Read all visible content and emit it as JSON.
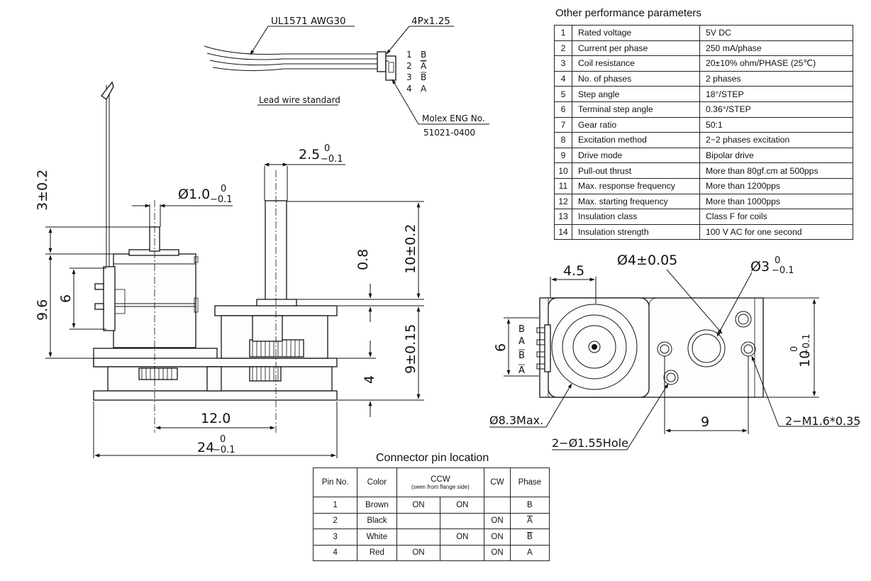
{
  "lead_wire": {
    "cable_spec": "UL1571 AWG30",
    "pitch": "4Px1.25",
    "caption": "Lead wire standard",
    "molex_label": "Molex ENG No.",
    "molex_part": "51021-0400",
    "pins": [
      {
        "no": "1",
        "phase": "B"
      },
      {
        "no": "2",
        "phase": "A"
      },
      {
        "no": "3",
        "phase": "B"
      },
      {
        "no": "4",
        "phase": "A"
      }
    ]
  },
  "side_view": {
    "dims": {
      "shaft_width": "2.5",
      "shaft_width_tol": "0",
      "shaft_width_tol2": "−0.1",
      "pin_dia": "Ø1.0",
      "pin_dia_tol": "0",
      "pin_dia_tol2": "−0.1",
      "top_3": "3±0.2",
      "h_9_6": "9.6",
      "h_6": "6",
      "h_0_8": "0.8",
      "h_10": "10±0.2",
      "h_9": "9±0.15",
      "h_4": "4",
      "w_12": "12.0",
      "w_24": "24",
      "w_24_tol": "0",
      "w_24_tol2": "−0.1"
    }
  },
  "front_view": {
    "dims": {
      "d4": "Ø4±0.05",
      "d3": "Ø3",
      "d3_tol": "0",
      "d3_tol2": "−0.1",
      "w_4_5": "4.5",
      "h_6": "6",
      "h_10": "10",
      "h_10_tol": "0",
      "h_10_tol2": "−0.1",
      "d8_3": "Ø8.3Max.",
      "w_9": "9",
      "holes": "2−Ø1.55Hole",
      "screws": "2−M1.6*0.35"
    },
    "pin_labels": [
      "B",
      "A",
      "B",
      "A"
    ]
  },
  "performance": {
    "title": "Other performance parameters",
    "rows": [
      {
        "no": "1",
        "name": "Rated voltage",
        "value": "5V DC"
      },
      {
        "no": "2",
        "name": "Current per phase",
        "value": "250 mA/phase"
      },
      {
        "no": "3",
        "name": "Coil resistance",
        "value": "20±10% ohm/PHASE (25℃)"
      },
      {
        "no": "4",
        "name": "No. of phases",
        "value": "2  phases"
      },
      {
        "no": "5",
        "name": "Step angle",
        "value": "18°/STEP"
      },
      {
        "no": "6",
        "name": "Terminal step angle",
        "value": "0.36°/STEP"
      },
      {
        "no": "7",
        "name": "Gear ratio",
        "value": "50:1"
      },
      {
        "no": "8",
        "name": "Excitation method",
        "value": "2−2 phases excitation"
      },
      {
        "no": "9",
        "name": "Drive mode",
        "value": "Bipolar drive"
      },
      {
        "no": "10",
        "name": "Pull-out thrust",
        "value": "More than 80gf.cm at 500pps"
      },
      {
        "no": "11",
        "name": "Max. response frequency",
        "value": "More than 1200pps"
      },
      {
        "no": "12",
        "name": "Max. starting frequency",
        "value": "More than 1000pps"
      },
      {
        "no": "13",
        "name": "Insulation class",
        "value": "Class F for coils"
      },
      {
        "no": "14",
        "name": "Insulation strength",
        "value": "100 V AC for one second"
      }
    ]
  },
  "connector": {
    "title": "Connector pin location",
    "headers": {
      "pin": "Pin No.",
      "color": "Color",
      "ccw": "CCW",
      "ccw_sub": "(seen from flange side)",
      "cw": "CW",
      "phase": "Phase"
    },
    "rows": [
      {
        "pin": "1",
        "color": "Brown",
        "ccw1": "ON",
        "ccw2": "ON",
        "cw": "",
        "phase": "B"
      },
      {
        "pin": "2",
        "color": "Black",
        "ccw1": "",
        "ccw2": "",
        "cw": "ON",
        "phase": "A"
      },
      {
        "pin": "3",
        "color": "White",
        "ccw1": "",
        "ccw2": "ON",
        "cw": "ON",
        "phase": "B"
      },
      {
        "pin": "4",
        "color": "Red",
        "ccw1": "ON",
        "ccw2": "",
        "cw": "ON",
        "phase": "A"
      }
    ]
  }
}
